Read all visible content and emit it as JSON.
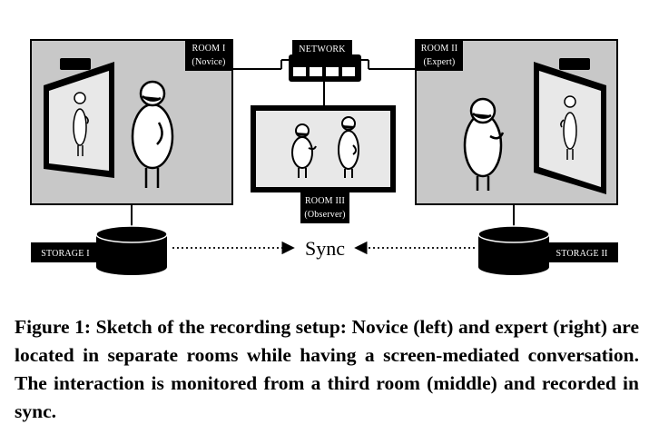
{
  "diagram": {
    "room1": {
      "title": "ROOM I",
      "subtitle": "(Novice)"
    },
    "room2": {
      "title": "ROOM II",
      "subtitle": "(Expert)"
    },
    "room3": {
      "title": "ROOM III",
      "subtitle": "(Observer)"
    },
    "network": "NETWORK",
    "storage1": "STORAGE I",
    "storage2": "STORAGE II",
    "sync": "Sync",
    "colors": {
      "room_fill": "#c8c8c8",
      "screen_fill": "#e8e8e8",
      "ink": "#000000"
    }
  },
  "caption": {
    "prefix": "Figure 1:",
    "text": "Sketch of the recording setup: Novice (left) and expert (right) are located in separate rooms while having a screen-mediated conversation. The interaction is monitored from a third room (middle) and recorded in sync."
  }
}
